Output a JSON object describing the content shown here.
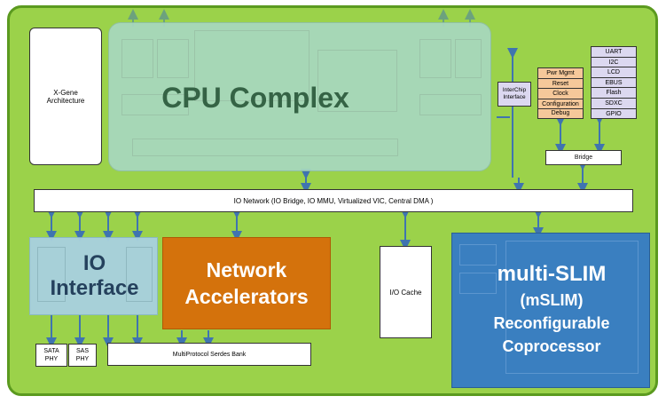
{
  "xgene_label": "X-Gene\nArchitecture",
  "cpu_complex_title": "CPU Complex",
  "interchip_label": "InterChip\nInterface",
  "mgmt_items": [
    "Pwr Mgmt",
    "Reset",
    "Clock",
    "Configuration",
    "Debug"
  ],
  "periph_items": [
    "UART",
    "I2C",
    "LCD",
    "EBUS",
    "Flash",
    "SDXC",
    "GPIO"
  ],
  "bridge_label": "Bridge",
  "io_network_label": "IO Network (IO Bridge, IO MMU, Virtualized VIC, Central DMA )",
  "io_interface_title": "IO\nInterface",
  "network_accel_title": "Network\nAccelerators",
  "io_cache_label": "I/O Cache",
  "mslim_title_1": "multi-SLIM",
  "mslim_title_2": "(mSLIM)",
  "mslim_title_3": "Reconfigurable",
  "mslim_title_4": "Coprocessor",
  "sata_phy_label": "SATA\nPHY",
  "sas_phy_label": "SAS\nPHY",
  "serdes_label": "MultiProtocol Serdes Bank",
  "colors": {
    "board": "#9bd24a",
    "cpu_overlay": "#a8d8c0",
    "io_interface_overlay": "#a8d0e0",
    "network_accel": "#d4720c",
    "mslim": "#3a7fc0",
    "mgmt_cell": "#f5c89a",
    "periph_cell": "#dcd8f0",
    "wire": "#3f74b0"
  }
}
